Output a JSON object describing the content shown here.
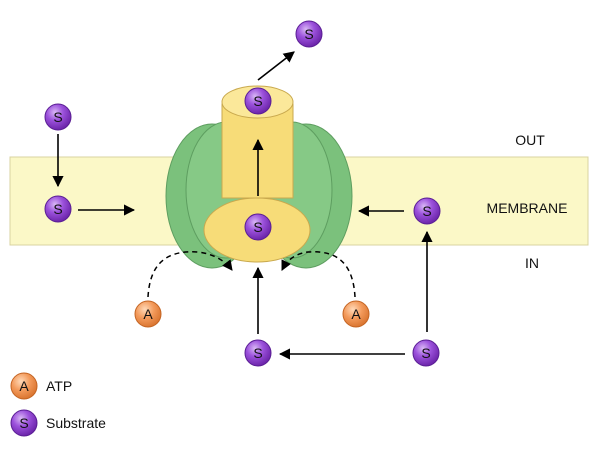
{
  "regions": {
    "out": "OUT",
    "membrane": "MEMBRANE",
    "in": "IN"
  },
  "molecules": {
    "atp_letter": "A",
    "substrate_letter": "S"
  },
  "legend": [
    {
      "letter": "A",
      "label": "ATP",
      "kind": "atp"
    },
    {
      "letter": "S",
      "label": "Substrate",
      "kind": "substrate"
    }
  ],
  "colors": {
    "membrane": "#FBF8C7",
    "membrane_border": "#D8D3A0",
    "transporter_green": "#7BC17C",
    "transporter_green_dark": "#5E9E60",
    "channel_yellow": "#F7DC78",
    "channel_yellow_dark": "#C9A94E",
    "substrate_purple": "#8E3FD0",
    "atp_orange": "#F39A5B"
  }
}
